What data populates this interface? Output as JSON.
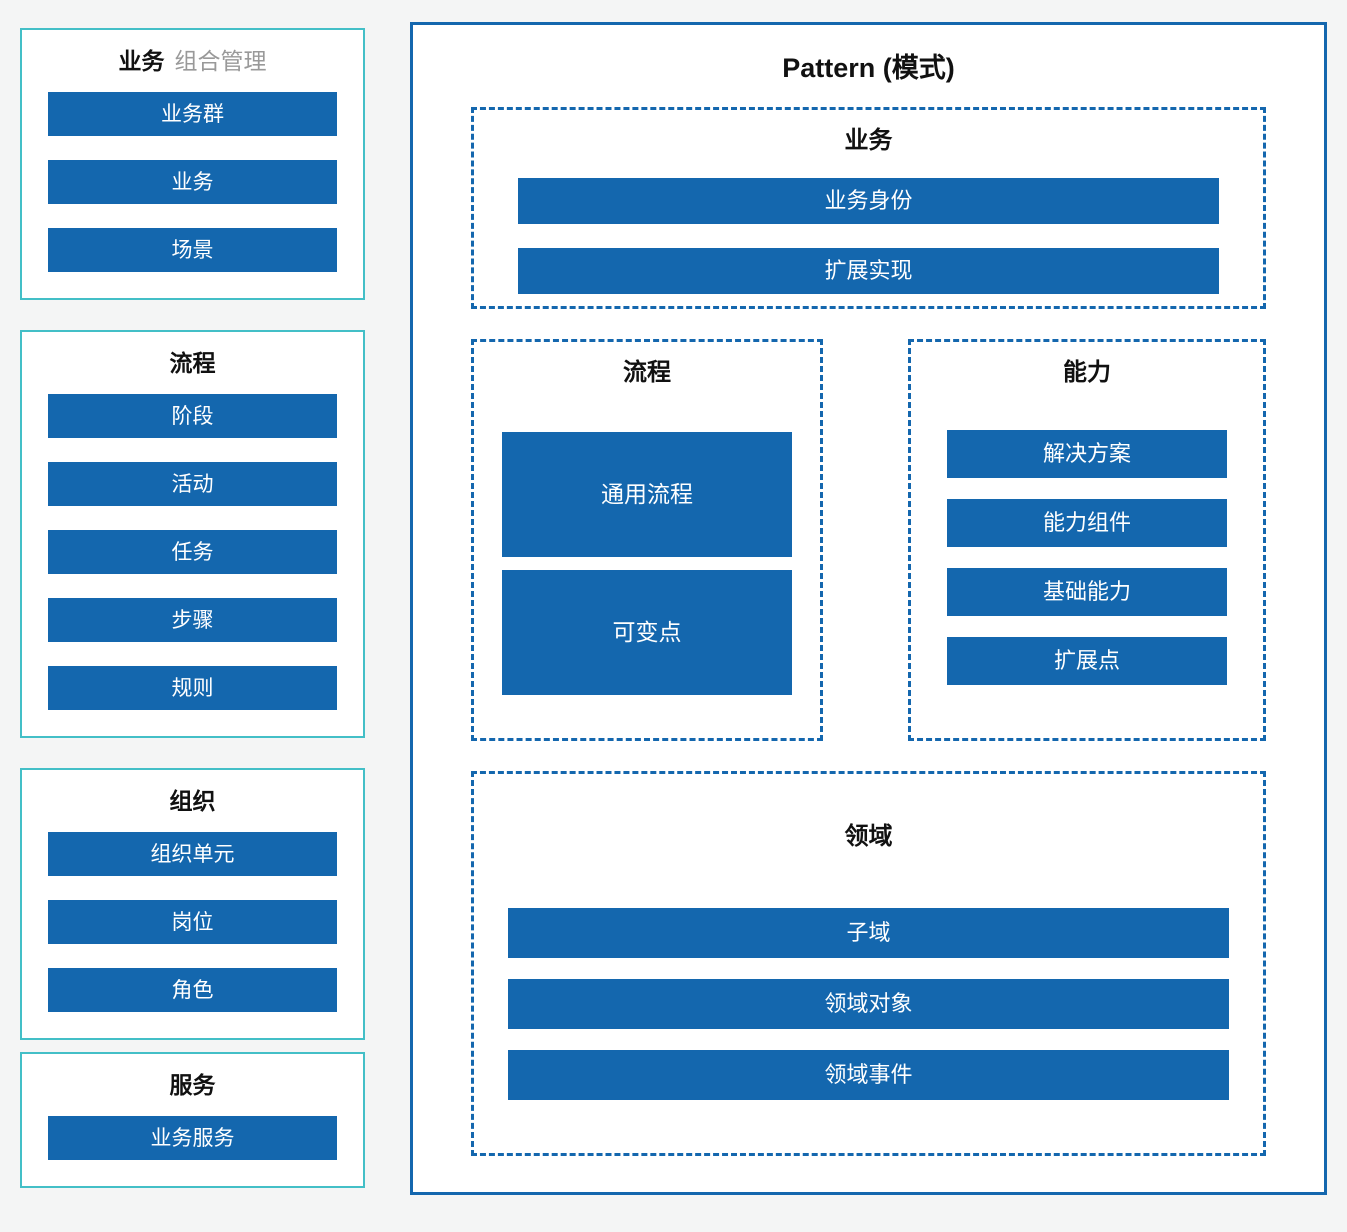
{
  "palette": {
    "background": "#f4f5f5",
    "panel_background": "#ffffff",
    "node_blue": "#1467ae",
    "teal_border": "#43bfc7",
    "title_text": "#111111",
    "subtitle_text": "#999999",
    "node_text": "#ffffff"
  },
  "left_panels": [
    {
      "id": "business-portfolio",
      "title": "业务",
      "subtitle": "组合管理",
      "items": [
        {
          "id": "business-group",
          "label": "业务群"
        },
        {
          "id": "business",
          "label": "业务"
        },
        {
          "id": "scenario",
          "label": "场景"
        }
      ]
    },
    {
      "id": "process",
      "title": "流程",
      "subtitle": "",
      "items": [
        {
          "id": "stage",
          "label": "阶段"
        },
        {
          "id": "activity",
          "label": "活动"
        },
        {
          "id": "task",
          "label": "任务"
        },
        {
          "id": "step",
          "label": "步骤"
        },
        {
          "id": "rule",
          "label": "规则"
        }
      ]
    },
    {
      "id": "organization",
      "title": "组织",
      "subtitle": "",
      "items": [
        {
          "id": "org-unit",
          "label": "组织单元"
        },
        {
          "id": "position",
          "label": "岗位"
        },
        {
          "id": "role",
          "label": "角色"
        }
      ]
    },
    {
      "id": "service",
      "title": "服务",
      "subtitle": "",
      "items": [
        {
          "id": "business-service",
          "label": "业务服务"
        }
      ]
    }
  ],
  "pattern": {
    "title": "Pattern (模式)",
    "sections": [
      {
        "id": "business",
        "title": "业务",
        "items": [
          {
            "id": "business-identity",
            "label": "业务身份"
          },
          {
            "id": "extension-impl",
            "label": "扩展实现"
          }
        ]
      },
      {
        "id": "process",
        "title": "流程",
        "items": [
          {
            "id": "generic-process",
            "label": "通用流程"
          },
          {
            "id": "variation-point",
            "label": "可变点"
          }
        ]
      },
      {
        "id": "capability",
        "title": "能力",
        "items": [
          {
            "id": "solution",
            "label": "解决方案"
          },
          {
            "id": "capability-component",
            "label": "能力组件"
          },
          {
            "id": "base-capability",
            "label": "基础能力"
          },
          {
            "id": "extension-point",
            "label": "扩展点"
          }
        ]
      },
      {
        "id": "domain",
        "title": "领域",
        "items": [
          {
            "id": "subdomain",
            "label": "子域"
          },
          {
            "id": "domain-object",
            "label": "领域对象"
          },
          {
            "id": "domain-event",
            "label": "领域事件"
          }
        ]
      }
    ]
  }
}
